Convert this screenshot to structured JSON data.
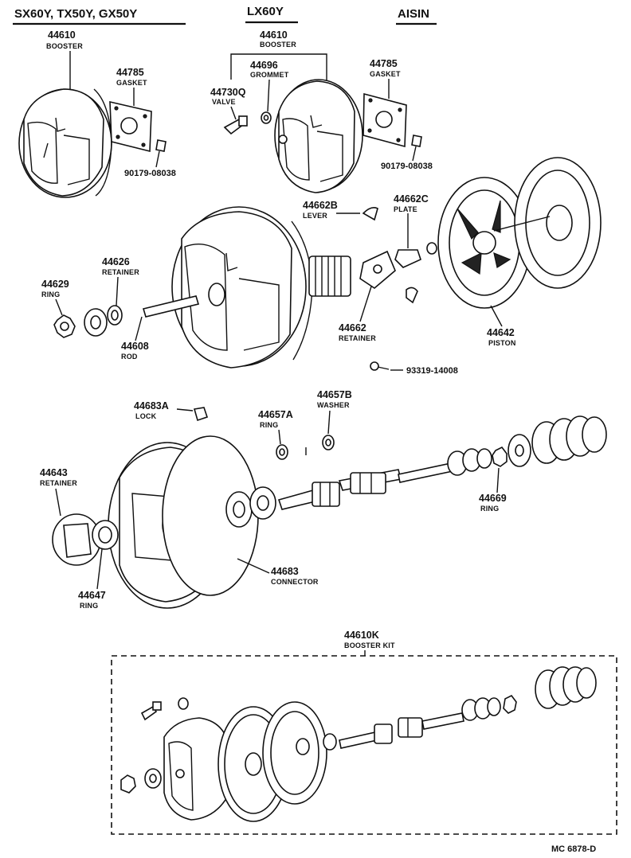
{
  "headers": {
    "models_left": "SX60Y, TX50Y, GX50Y",
    "model_center": "LX60Y",
    "brand": "AISIN"
  },
  "parts": [
    {
      "id": "left_booster",
      "number": "44610",
      "name": "BOOSTER"
    },
    {
      "id": "left_gasket",
      "number": "44785",
      "name": "GASKET"
    },
    {
      "id": "left_bolt",
      "number": "90179-08038",
      "name": ""
    },
    {
      "id": "lx_booster",
      "number": "44610",
      "name": "BOOSTER"
    },
    {
      "id": "lx_grommet",
      "number": "44696",
      "name": "GROMMET"
    },
    {
      "id": "lx_valve",
      "number": "44730Q",
      "name": "VALVE"
    },
    {
      "id": "lx_gasket",
      "number": "44785",
      "name": "GASKET"
    },
    {
      "id": "lx_bolt",
      "number": "90179-08038",
      "name": ""
    },
    {
      "id": "lever",
      "number": "44662B",
      "name": "LEVER"
    },
    {
      "id": "plate",
      "number": "44662C",
      "name": "PLATE"
    },
    {
      "id": "retainer_626",
      "number": "44626",
      "name": "RETAINER"
    },
    {
      "id": "ring_629",
      "number": "44629",
      "name": "RING"
    },
    {
      "id": "rod",
      "number": "44608",
      "name": "ROD"
    },
    {
      "id": "retainer_662",
      "number": "44662",
      "name": "RETAINER"
    },
    {
      "id": "piston",
      "number": "44642",
      "name": "PISTON"
    },
    {
      "id": "screw",
      "number": "93319-14008",
      "name": ""
    },
    {
      "id": "lock",
      "number": "44683A",
      "name": "LOCK"
    },
    {
      "id": "washer",
      "number": "44657B",
      "name": "WASHER"
    },
    {
      "id": "ring_657a",
      "number": "44657A",
      "name": "RING"
    },
    {
      "id": "retainer_643",
      "number": "44643",
      "name": "RETAINER"
    },
    {
      "id": "ring_669",
      "number": "44669",
      "name": "RING"
    },
    {
      "id": "ring_647",
      "number": "44647",
      "name": "RING"
    },
    {
      "id": "connector",
      "number": "44683",
      "name": "CONNECTOR"
    },
    {
      "id": "booster_kit",
      "number": "44610K",
      "name": "BOOSTER KIT"
    }
  ],
  "footer": {
    "code": "MC 6878-D"
  }
}
